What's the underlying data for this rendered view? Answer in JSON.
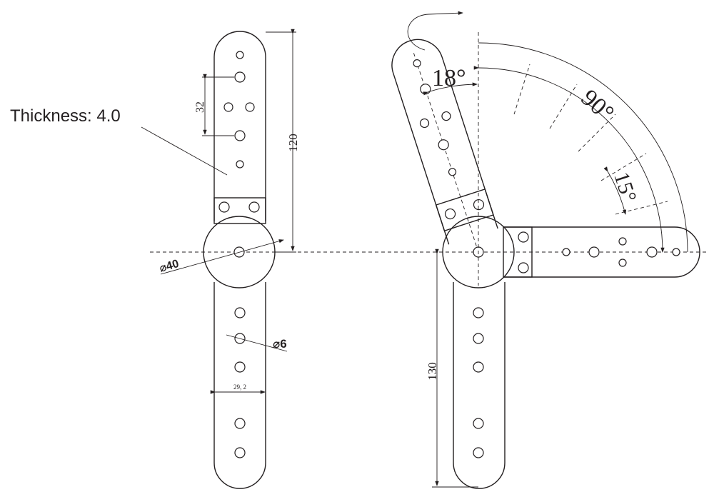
{
  "labels": {
    "thickness": "Thickness: 4.0",
    "dim_120": "120",
    "dim_32": "32",
    "dim_diameter_40": "⌀40",
    "dim_diameter_6": "⌀6",
    "dim_width": "29, 2",
    "dim_130": "130",
    "angle_18": "18°",
    "angle_90": "90°",
    "angle_15": "15°"
  }
}
